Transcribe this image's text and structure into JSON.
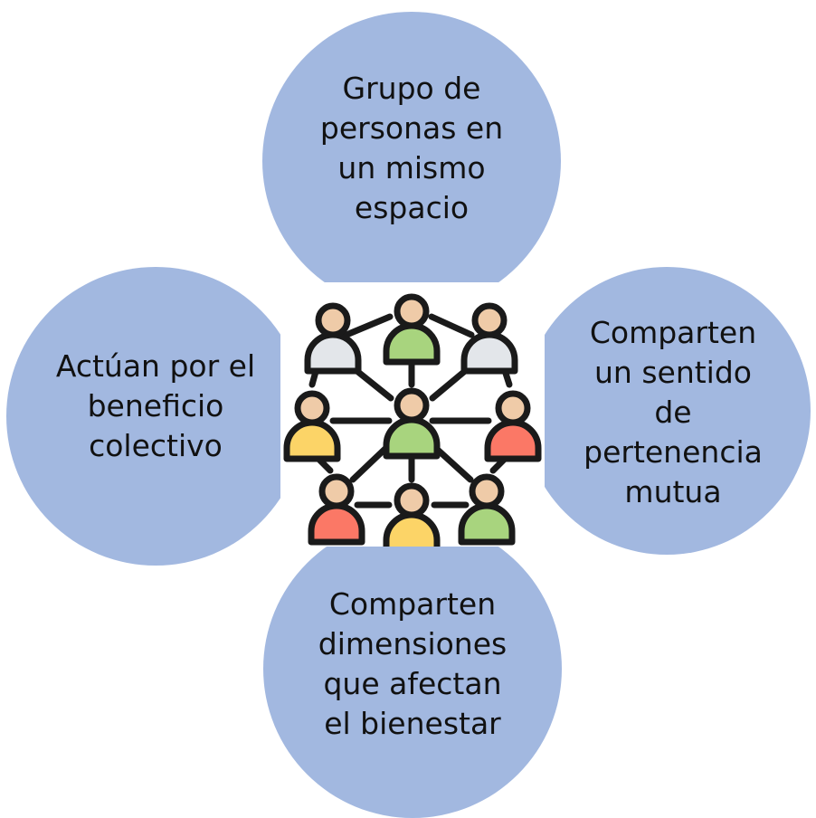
{
  "nodes": {
    "top": {
      "text": "Grupo de\npersonas en\nun mismo\nespacio"
    },
    "right": {
      "text": "Comparten\nun sentido\nde\npertenencia\nmutua"
    },
    "bottom": {
      "text": "Comparten\ndimensiones\nque afectan\nel bienestar"
    },
    "left": {
      "text": "Actúan por el\nbeneficio\ncolectivo"
    }
  },
  "colors": {
    "circle_fill": "#a2b8e0",
    "skin": "#efcba8",
    "outline": "#1a1a1a",
    "green": "#a8d47e",
    "gray": "#e3e6ea",
    "yellow": "#fcd467",
    "red": "#fb7866"
  },
  "center_icon": "people-network-icon"
}
